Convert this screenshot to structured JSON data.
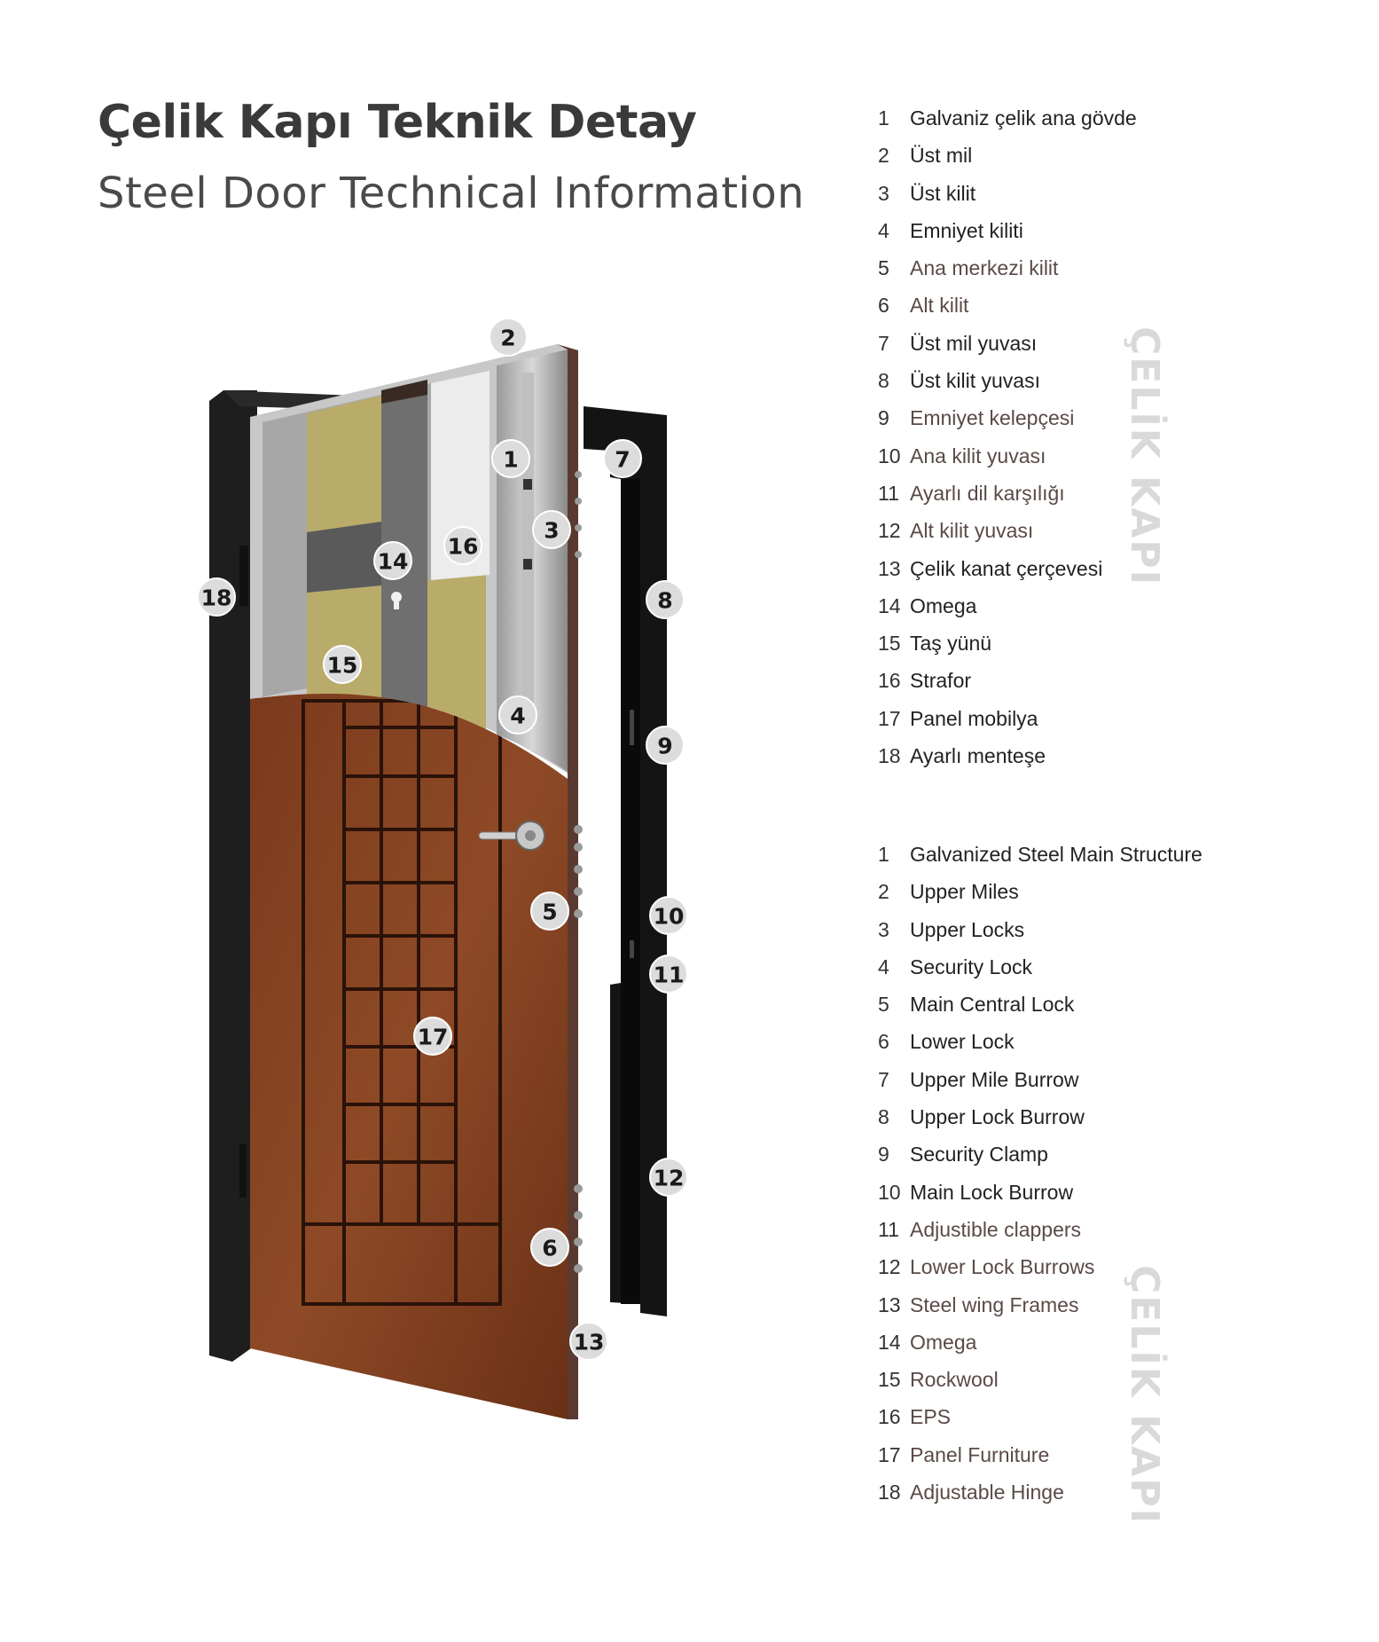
{
  "header": {
    "title_tr": "Çelik Kapı Teknik Detay",
    "title_en": "Steel Door Technical Information"
  },
  "watermark": {
    "text": "ÇELİK KAPI"
  },
  "callouts": [
    "1",
    "2",
    "3",
    "4",
    "5",
    "6",
    "7",
    "8",
    "9",
    "10",
    "11",
    "12",
    "13",
    "14",
    "15",
    "16",
    "17",
    "18"
  ],
  "legend_tr": [
    {
      "num": "1",
      "label": "Galvaniz çelik ana gövde"
    },
    {
      "num": "2",
      "label": "Üst mil"
    },
    {
      "num": "3",
      "label": "Üst kilit"
    },
    {
      "num": "4",
      "label": "Emniyet kiliti"
    },
    {
      "num": "5",
      "label": "Ana merkezi kilit"
    },
    {
      "num": "6",
      "label": "Alt kilit"
    },
    {
      "num": "7",
      "label": "Üst mil yuvası"
    },
    {
      "num": "8",
      "label": "Üst kilit yuvası"
    },
    {
      "num": "9",
      "label": "Emniyet kelepçesi"
    },
    {
      "num": "10",
      "label": "Ana kilit yuvası"
    },
    {
      "num": "11",
      "label": "Ayarlı dil karşılığı"
    },
    {
      "num": "12",
      "label": "Alt kilit yuvası"
    },
    {
      "num": "13",
      "label": "Çelik kanat çerçevesi"
    },
    {
      "num": "14",
      "label": "Omega"
    },
    {
      "num": "15",
      "label": "Taş yünü"
    },
    {
      "num": "16",
      "label": "Strafor"
    },
    {
      "num": "17",
      "label": "Panel mobilya"
    },
    {
      "num": "18",
      "label": "Ayarlı menteşe"
    }
  ],
  "legend_en": [
    {
      "num": "1",
      "label": "Galvanized Steel Main Structure"
    },
    {
      "num": "2",
      "label": "Upper Miles"
    },
    {
      "num": "3",
      "label": "Upper Locks"
    },
    {
      "num": "4",
      "label": "Security Lock"
    },
    {
      "num": "5",
      "label": "Main Central Lock"
    },
    {
      "num": "6",
      "label": "Lower Lock"
    },
    {
      "num": "7",
      "label": "Upper Mile Burrow"
    },
    {
      "num": "8",
      "label": "Upper Lock Burrow"
    },
    {
      "num": "9",
      "label": "Security Clamp"
    },
    {
      "num": "10",
      "label": "Main Lock Burrow"
    },
    {
      "num": "11",
      "label": "Adjustible clappers"
    },
    {
      "num": "12",
      "label": "Lower Lock Burrows"
    },
    {
      "num": "13",
      "label": "Steel wing Frames"
    },
    {
      "num": "14",
      "label": "Omega"
    },
    {
      "num": "15",
      "label": "Rockwool"
    },
    {
      "num": "16",
      "label": "EPS"
    },
    {
      "num": "17",
      "label": "Panel Furniture"
    },
    {
      "num": "18",
      "label": "Adjustable Hinge"
    }
  ]
}
